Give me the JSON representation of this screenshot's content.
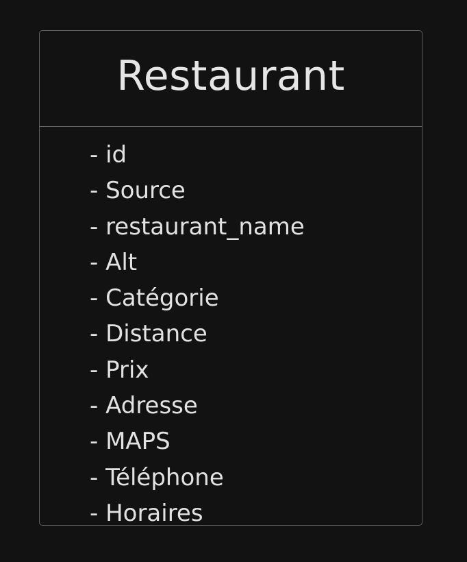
{
  "entity": {
    "title": "Restaurant",
    "attributes": [
      "- id",
      "- Source",
      "- restaurant_name",
      "- Alt",
      "- Catégorie",
      "- Distance",
      "- Prix",
      "- Adresse",
      "- MAPS",
      "- Téléphone",
      "- Horaires"
    ]
  },
  "colors": {
    "background": "#121212",
    "border": "#6a6a6a",
    "text": "#e2e2e2"
  }
}
